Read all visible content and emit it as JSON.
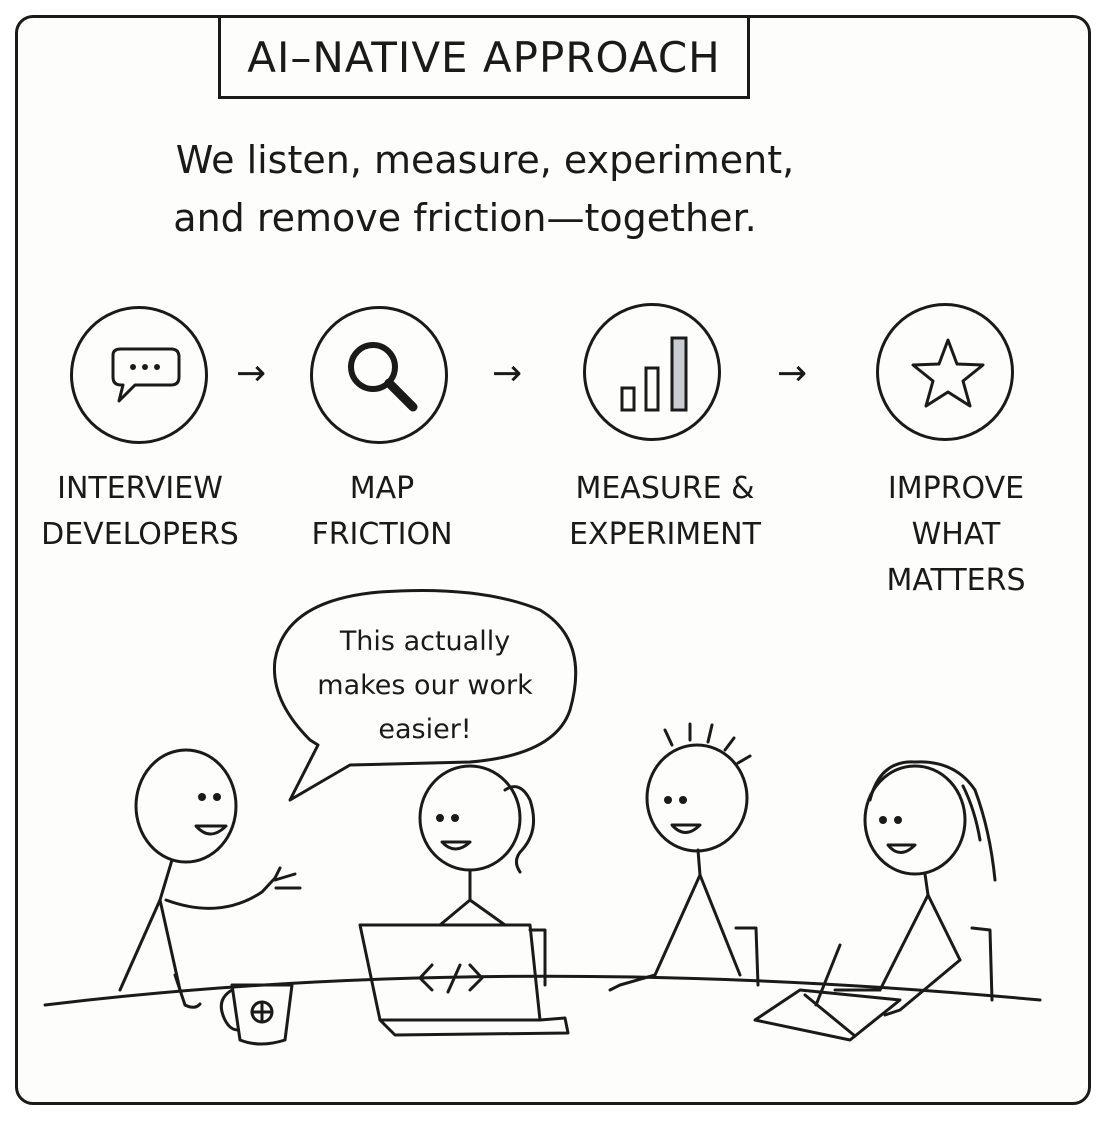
{
  "title": "AI–NATIVE APPROACH",
  "subtitle": {
    "line1": "We listen, measure, experiment,",
    "line2": "and remove friction—together."
  },
  "steps": [
    {
      "icon": "speech-bubble-icon",
      "label_lines": [
        "INTERVIEW",
        "DEVELOPERS"
      ]
    },
    {
      "icon": "magnifying-glass-icon",
      "label_lines": [
        "MAP",
        "FRICTION"
      ]
    },
    {
      "icon": "bar-chart-icon",
      "label_lines": [
        "MEASURE &",
        "EXPERIMENT"
      ]
    },
    {
      "icon": "star-icon",
      "label_lines": [
        "IMPROVE",
        "WHAT",
        "MATTERS"
      ]
    }
  ],
  "arrow_glyph": "→",
  "speech": {
    "lines": [
      "This actually",
      "makes our work",
      "easier!"
    ]
  },
  "laptop_code": "</>",
  "colors": {
    "ink": "#1a1a1a",
    "paper": "#fdfdfc",
    "bar_fill": "#c9cdd2"
  }
}
